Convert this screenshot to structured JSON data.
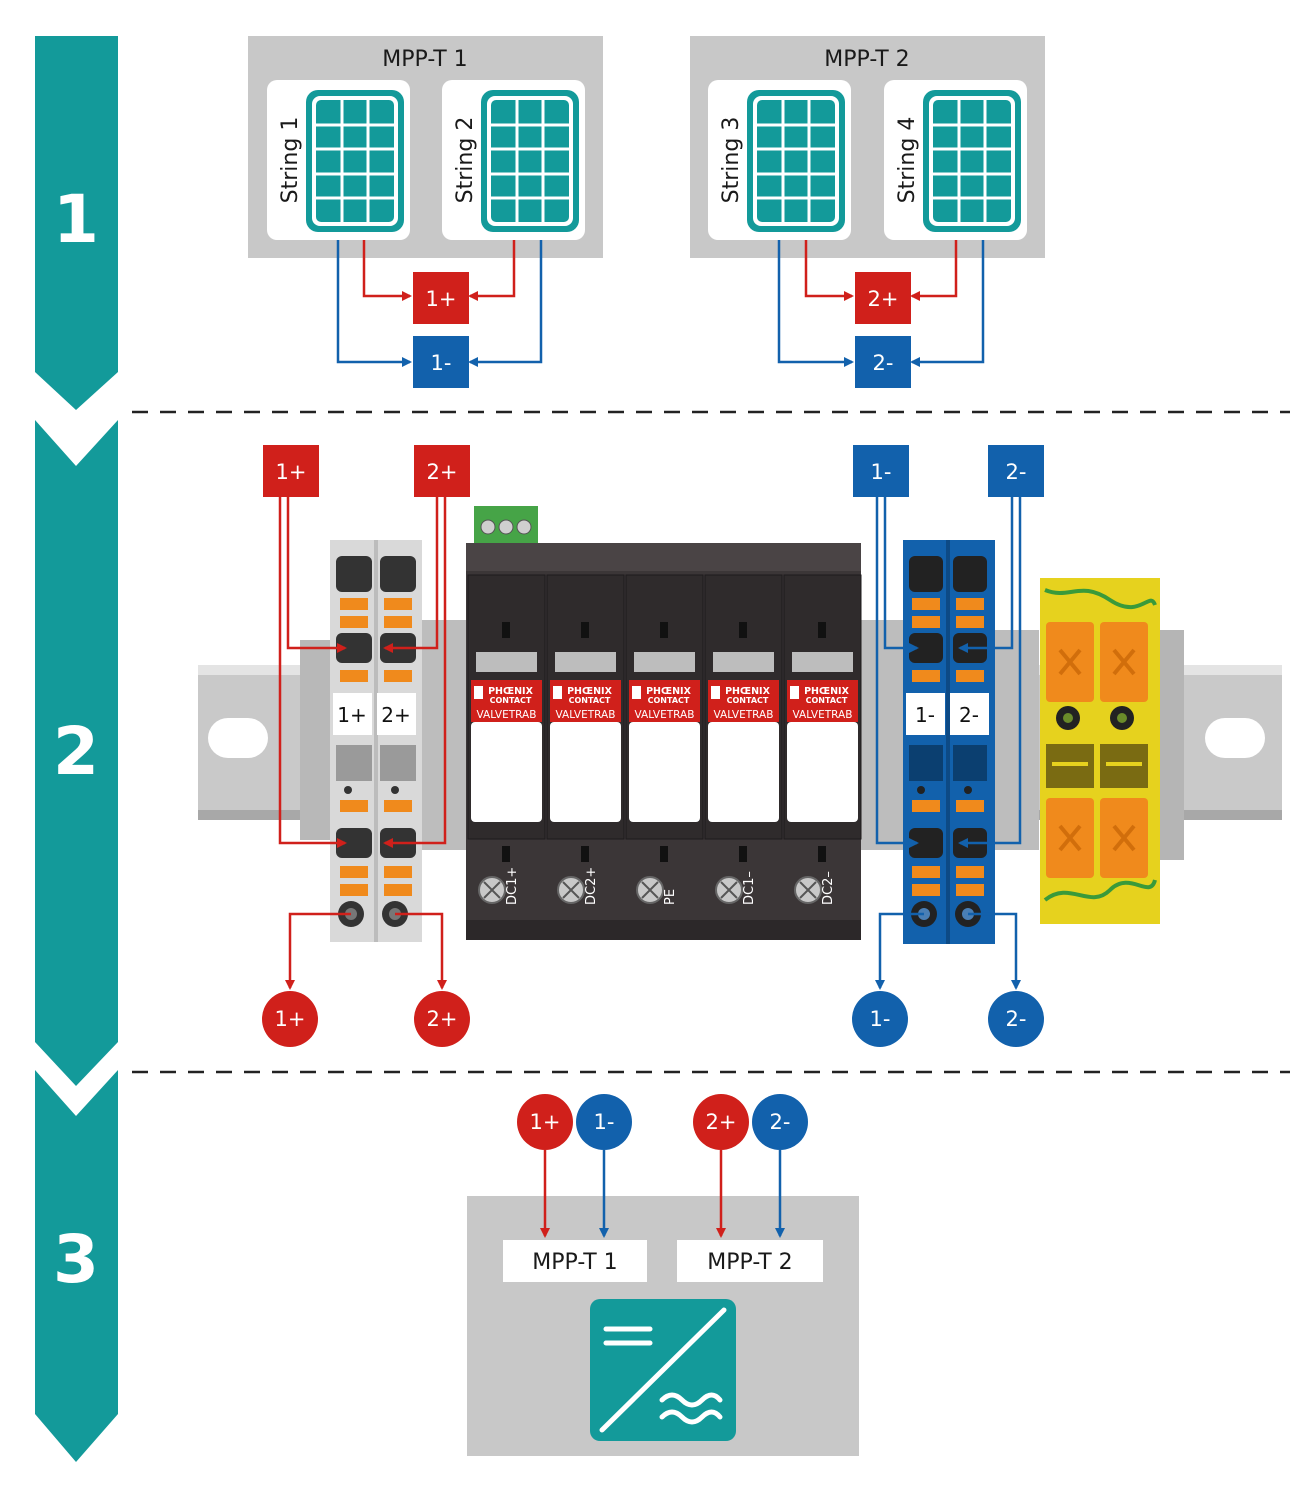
{
  "steps": [
    "1",
    "2",
    "3"
  ],
  "colors": {
    "teal": "#139a9a",
    "red": "#d0201b",
    "blue": "#1261ac",
    "grey_box": "#c8c8c8",
    "orange": "#f08a1c",
    "spd_body": "#3b3637",
    "pe_yellow": "#e6d21e"
  },
  "section1": {
    "groups": [
      {
        "title": "MPP-T 1",
        "strings": [
          "String 1",
          "String 2"
        ],
        "pos": "1+",
        "neg": "1-"
      },
      {
        "title": "MPP-T 2",
        "strings": [
          "String 3",
          "String 4"
        ],
        "pos": "2+",
        "neg": "2-"
      }
    ]
  },
  "section2": {
    "inputs": {
      "pos1": "1+",
      "pos2": "2+",
      "neg1": "1-",
      "neg2": "2-"
    },
    "terminal_labels": {
      "pos1": "1+",
      "pos2": "2+",
      "neg1": "1-",
      "neg2": "2-"
    },
    "outputs": {
      "pos1": "1+",
      "pos2": "2+",
      "neg1": "1-",
      "neg2": "2-"
    },
    "spd": {
      "brand_line1": "PHŒNIX",
      "brand_line2": "CONTACT",
      "model": "VALVETRAB",
      "terminals": [
        "DC1+",
        "DC2+",
        "PE",
        "DC1–",
        "DC2–"
      ]
    }
  },
  "section3": {
    "inputs": [
      "1+",
      "1-",
      "2+",
      "2-"
    ],
    "inverter_inputs": [
      "MPP-T 1",
      "MPP-T 2"
    ],
    "inverter_icon": "dc-ac-inverter-icon"
  }
}
